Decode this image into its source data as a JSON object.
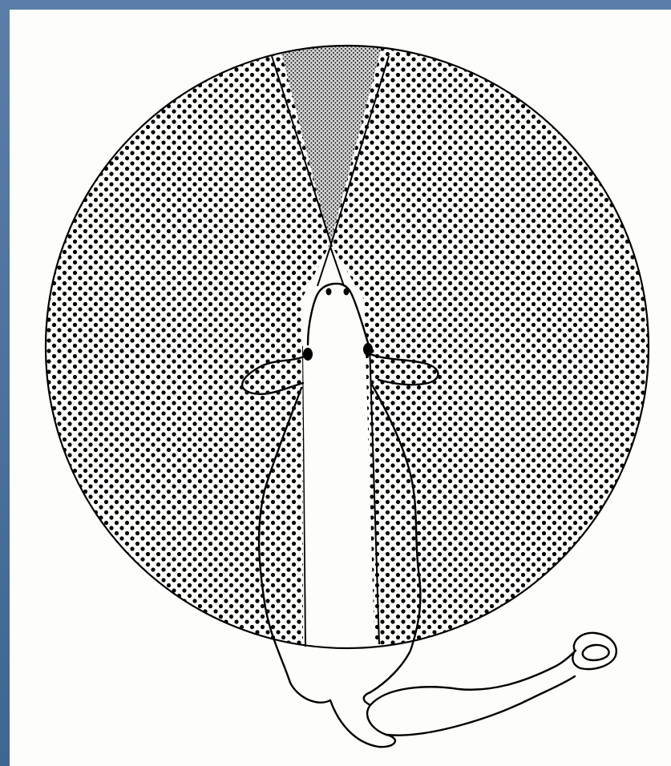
{
  "figure": {
    "subject": "animal-visual-field-top-view",
    "colors": {
      "frame": "#4a6e97",
      "paper": "#fdfdfb",
      "ink": "#000000",
      "binocular_fill": "#bdbdbd"
    },
    "regions": [
      {
        "id": "binocular-field",
        "pattern": "fine-dots"
      },
      {
        "id": "left-monocular-field",
        "pattern": "coarse-dots"
      },
      {
        "id": "right-monocular-field",
        "pattern": "coarse-dots"
      },
      {
        "id": "blind-area",
        "pattern": "none"
      }
    ]
  }
}
